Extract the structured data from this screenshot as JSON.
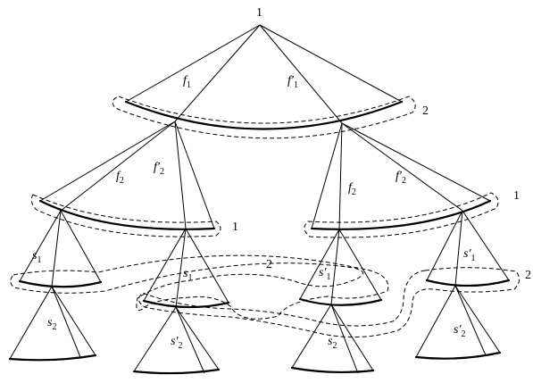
{
  "tree": {
    "root_player": "1",
    "top_infoset_player": "2",
    "mid_left_infoset_player": "1",
    "mid_right_infoset_player": "1",
    "bottom_infoset_upper_player": "2",
    "bottom_infoset_right_player": "2"
  },
  "labels": {
    "f1": {
      "base": "f",
      "sub": "1"
    },
    "f1p": {
      "base": "f′",
      "sub": "1"
    },
    "f2a": {
      "base": "f",
      "sub": "2"
    },
    "f2pa": {
      "base": "f′",
      "sub": "2"
    },
    "f2b": {
      "base": "f",
      "sub": "2"
    },
    "f2pb": {
      "base": "f′",
      "sub": "2"
    },
    "s1a": {
      "base": "s",
      "sub": "1"
    },
    "s1b": {
      "base": "s",
      "sub": "1"
    },
    "s1pa": {
      "base": "s′",
      "sub": "1"
    },
    "s1pb": {
      "base": "s′",
      "sub": "1"
    },
    "s2a": {
      "base": "s",
      "sub": "2"
    },
    "s2pa": {
      "base": "s′",
      "sub": "2"
    },
    "s2b": {
      "base": "s",
      "sub": "2"
    },
    "s2pb": {
      "base": "s′",
      "sub": "2"
    }
  }
}
